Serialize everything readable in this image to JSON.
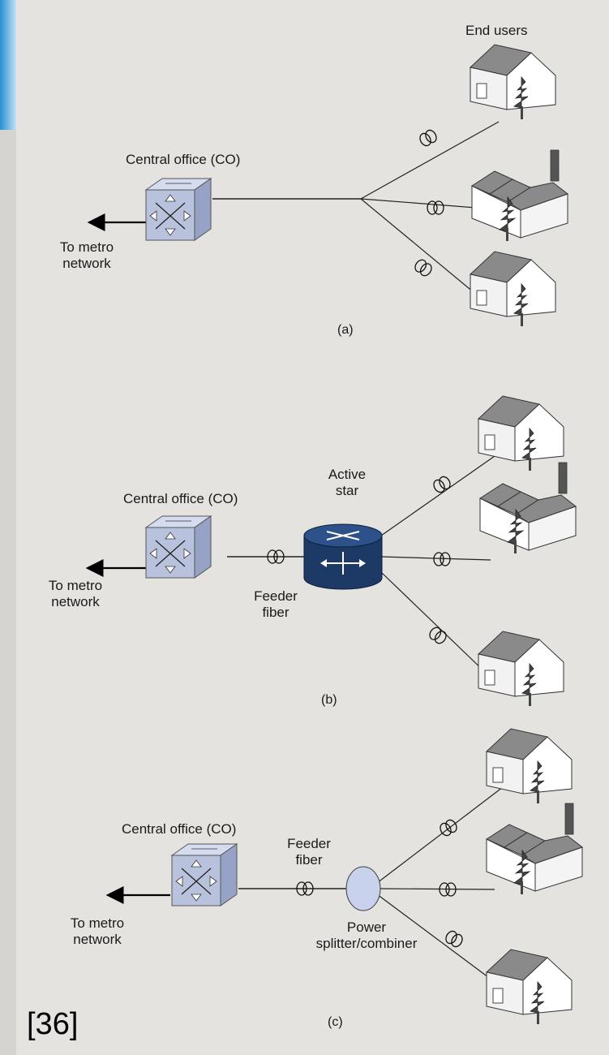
{
  "panels": [
    {
      "caption": "(a)",
      "co_label": "Central office (CO)",
      "metro_label_line1": "To metro",
      "metro_label_line2": "network",
      "end_users_label": "End users"
    },
    {
      "caption": "(b)",
      "co_label": "Central office (CO)",
      "metro_label_line1": "To metro",
      "metro_label_line2": "network",
      "node_label_line1": "Active",
      "node_label_line2": "star",
      "feeder_label_line1": "Feeder",
      "feeder_label_line2": "fiber"
    },
    {
      "caption": "(c)",
      "co_label": "Central office (CO)",
      "metro_label_line1": "To metro",
      "metro_label_line2": "network",
      "feeder_label_line1": "Feeder",
      "feeder_label_line2": "fiber",
      "node_label_line1": "Power",
      "node_label_line2": "splitter/combiner"
    }
  ],
  "reference": "[36]",
  "colors": {
    "paper": "#e4e3df",
    "co_box": "#b9c2dd",
    "active_star": "#1d3a66",
    "splitter": "#c8d2ec",
    "roof": "#8a8a8a",
    "tree": "#444444"
  }
}
